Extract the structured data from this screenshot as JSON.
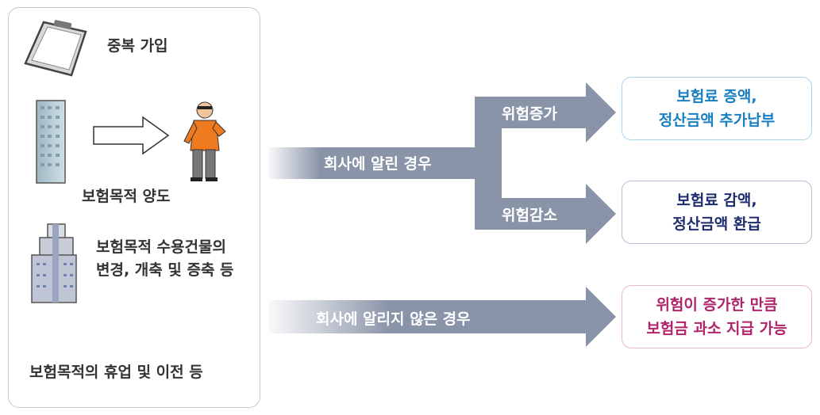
{
  "left_panel": {
    "item_duplicate": "중복 가입",
    "item_transfer": "보험목적 양도",
    "item_building_line1": "보험목적 수용건물의",
    "item_building_line2": "변경, 개축 및 증축 등",
    "item_suspend": "보험목적의 휴업 및 이전 등"
  },
  "arrows": {
    "notified": "회사에 알린 경우",
    "risk_increase": "위험증가",
    "risk_decrease": "위험감소",
    "not_notified": "회사에 알리지 않은 경우"
  },
  "results": {
    "increase_line1": "보험료 증액,",
    "increase_line2": "정산금액 추가납부",
    "decrease_line1": "보험료 감액,",
    "decrease_line2": "정산금액 환급",
    "notnotified_line1": "위험이 증가한 만큼",
    "notnotified_line2": "보험금 과소 지급 가능"
  },
  "colors": {
    "arrow_gray": "#8a94a8",
    "box_blue_border": "#a9d3ea",
    "box_blue_text": "#1a7fc0",
    "box_navy_border": "#b9bfd6",
    "box_navy_text": "#1e2d6e",
    "box_pink_border": "#e7b7d2",
    "box_pink_text": "#b0246b"
  }
}
